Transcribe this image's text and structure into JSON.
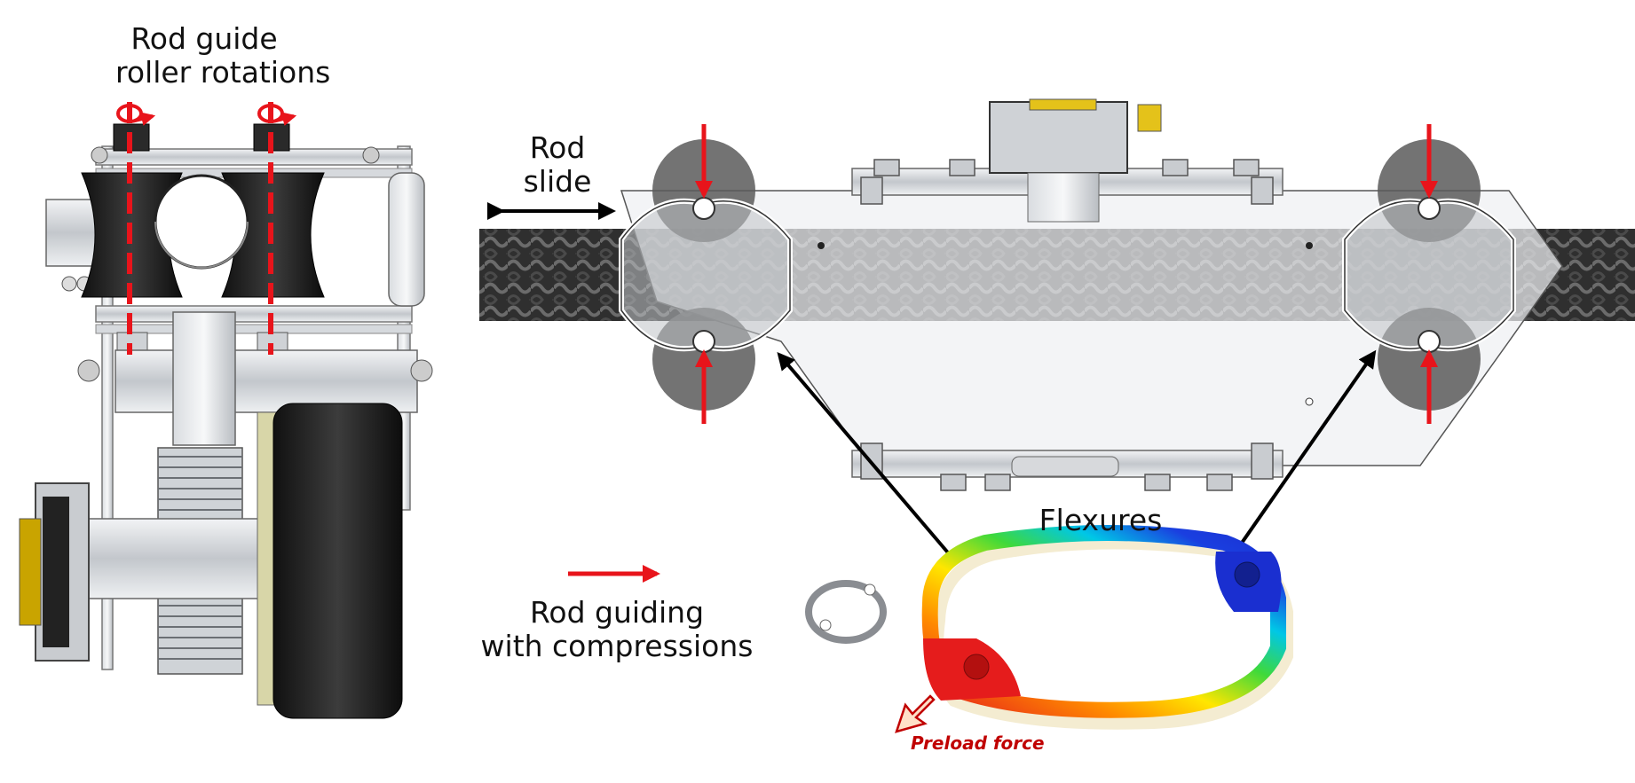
{
  "labels": {
    "roller_rotations_line1": "Rod guide",
    "roller_rotations_line2": "roller rotations",
    "rod_slide_line1": "Rod",
    "rod_slide_line2": "slide",
    "flexures": "Flexures",
    "legend_line1": "Rod guiding",
    "legend_line2": "with compressions",
    "preload_force": "Preload force"
  },
  "colors": {
    "arrow_red": "#e8141b",
    "preload_text": "#c00000",
    "rod_dark": "#2b2b2b",
    "frame_grey": "#a9adb2",
    "plate_light": "#eef0f3"
  },
  "icons": {
    "rotation": "rotation-arrow-icon",
    "slide": "double-arrow-icon",
    "compression": "red-arrow-icon",
    "preload": "hollow-arrow-icon"
  }
}
